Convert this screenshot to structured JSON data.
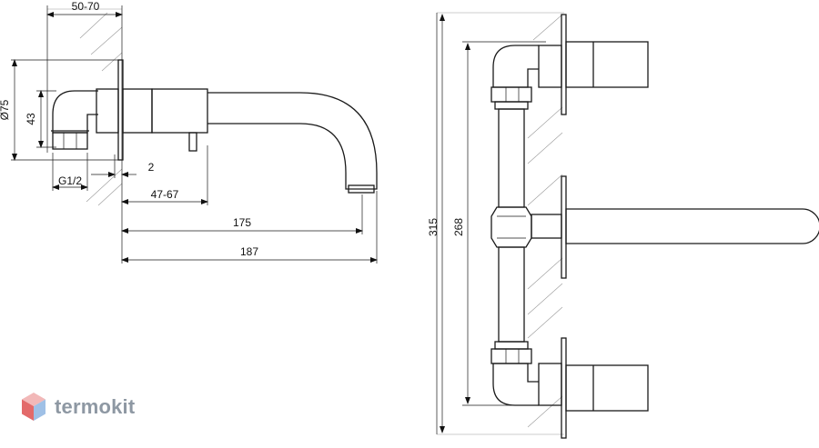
{
  "brand": {
    "name": "termokit",
    "logo_icon": "hexagon-cube-icon"
  },
  "dimensions": {
    "d50_70": "50-70",
    "d75": "Ø75",
    "d43": "43",
    "g12": "G1/2",
    "d2": "2",
    "d47_67": "47-67",
    "d175": "175",
    "d187": "187",
    "d315": "315",
    "d268": "268"
  },
  "colors": {
    "line": "#1a1a1a",
    "hatch": "#9a9a9a",
    "brand_text": "#8e98a3"
  }
}
